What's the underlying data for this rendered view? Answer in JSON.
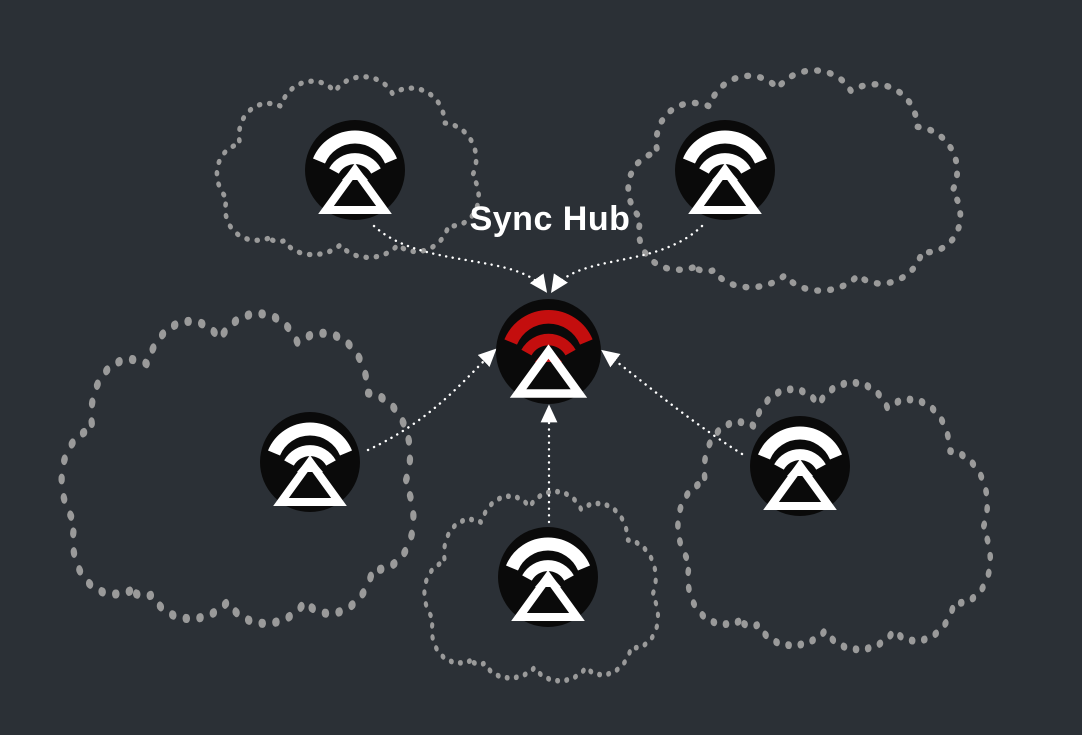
{
  "title": "Sync Hub",
  "colors": {
    "background": "#2b3036",
    "cloud_outline": "#9a9a9a",
    "arrow": "#ffffff",
    "node_circle": "#0a0a0a",
    "device_glyph": "#ffffff",
    "hub_accent": "#c40e0e",
    "title_text": "#ffffff"
  },
  "nodes": [
    {
      "id": "hub",
      "type": "sync-hub",
      "accent": "red",
      "label": "Sync Hub"
    },
    {
      "id": "device-top-left",
      "type": "device"
    },
    {
      "id": "device-top-right",
      "type": "device"
    },
    {
      "id": "device-mid-left",
      "type": "device"
    },
    {
      "id": "device-bottom-center",
      "type": "device"
    },
    {
      "id": "device-mid-right",
      "type": "device"
    }
  ],
  "connections": [
    {
      "from": "device-top-left",
      "to": "hub",
      "style": "dotted-arrow"
    },
    {
      "from": "device-top-right",
      "to": "hub",
      "style": "dotted-arrow"
    },
    {
      "from": "device-mid-left",
      "to": "hub",
      "style": "dotted-arrow"
    },
    {
      "from": "device-bottom-center",
      "to": "hub",
      "style": "dotted-arrow"
    },
    {
      "from": "device-mid-right",
      "to": "hub",
      "style": "dotted-arrow"
    }
  ]
}
